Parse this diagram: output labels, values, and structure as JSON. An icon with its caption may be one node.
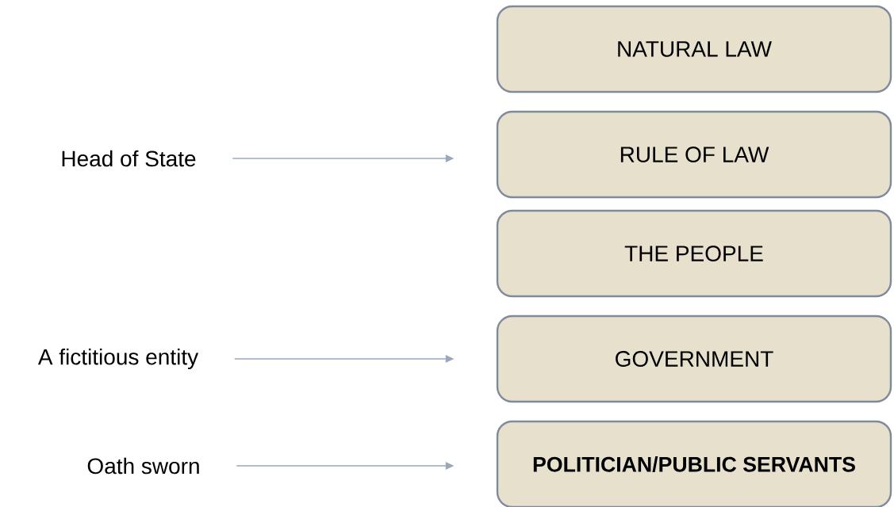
{
  "diagram": {
    "nodes": [
      {
        "text": [
          "NATURAL LAW"
        ]
      },
      {
        "text": [
          "Head of State"
        ]
      },
      {
        "text": [
          "RULE OF LAW"
        ]
      },
      {
        "text": [
          "THE PEOPLE"
        ]
      },
      {
        "text": [
          "A fictitious entity"
        ]
      },
      {
        "text": [
          "GOVERNMENT"
        ]
      },
      {
        "text": [
          "Oath sworn"
        ]
      },
      {
        "text": [
          "POLITICIAN/PUBLIC SERVANTS"
        ]
      }
    ],
    "edges": [
      {
        "from": 1,
        "to": 2,
        "arrow": "to"
      },
      {
        "from": 4,
        "to": 5,
        "arrow": "to"
      },
      {
        "from": 6,
        "to": 7,
        "arrow": "to"
      }
    ]
  }
}
